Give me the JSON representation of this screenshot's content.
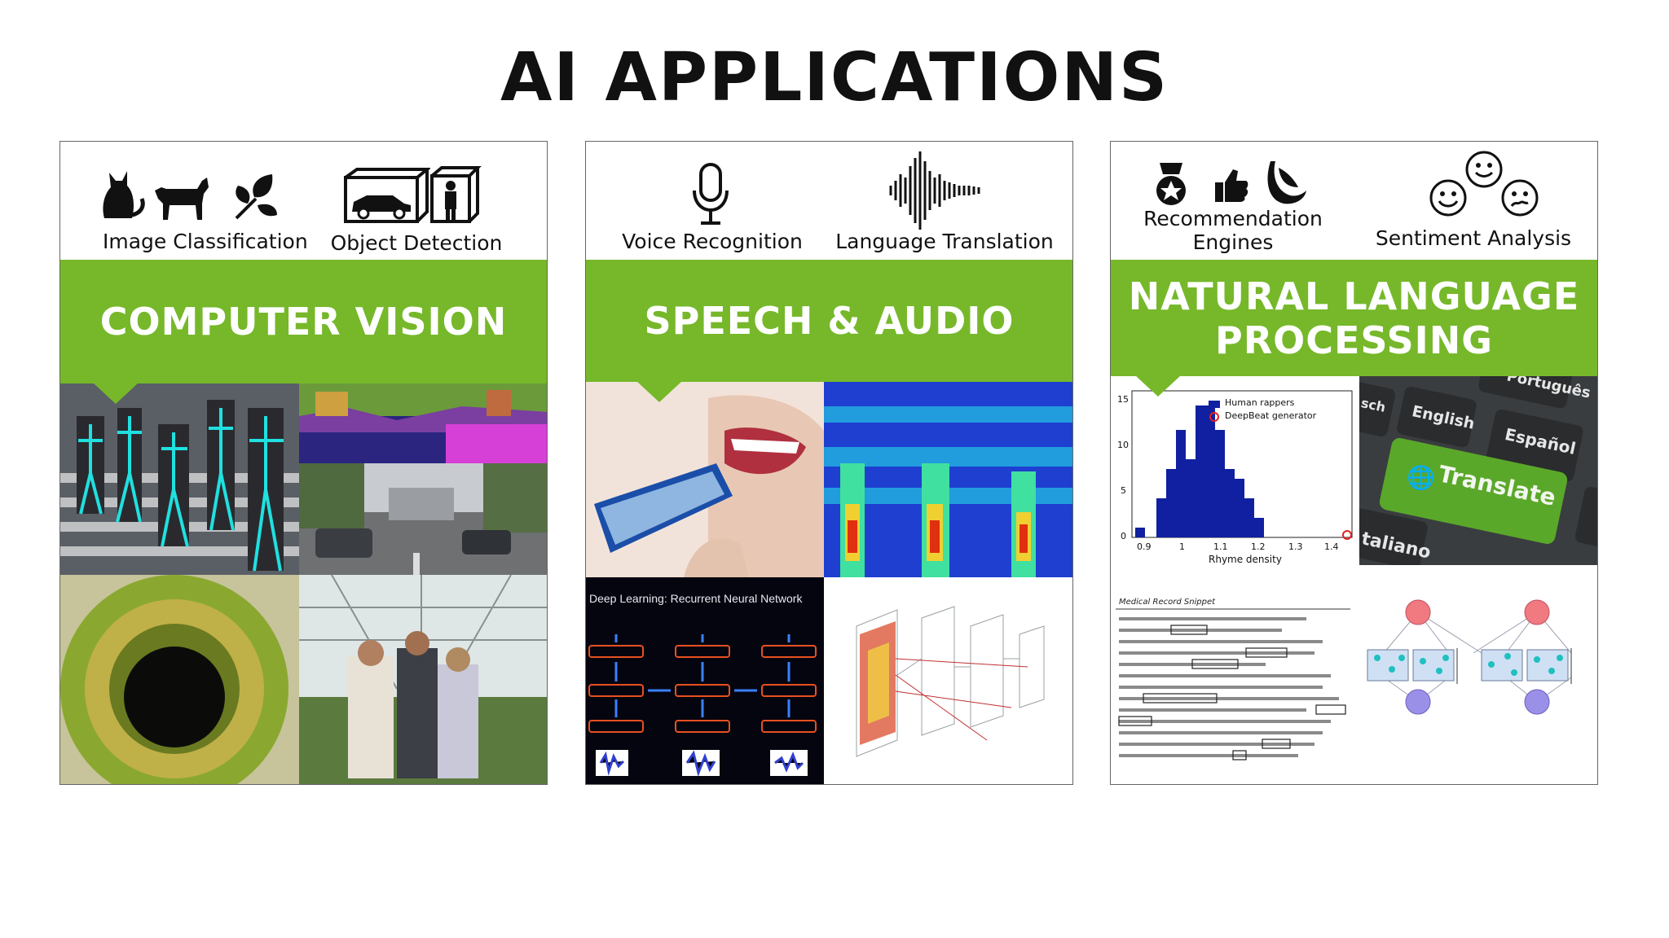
{
  "page": {
    "title": "AI APPLICATIONS",
    "accent_color": "#76b82a"
  },
  "panels": {
    "cv": {
      "banner": "COMPUTER VISION",
      "icon_groups": [
        {
          "caption": "Image Classification",
          "icons": [
            "cat-icon",
            "dog-icon",
            "leaf-icon"
          ]
        },
        {
          "caption": "Object Detection",
          "icons": [
            "car-bounding-box-icon",
            "person-bounding-box-icon"
          ]
        }
      ]
    },
    "speech": {
      "banner": "SPEECH & AUDIO",
      "icon_groups": [
        {
          "caption": "Voice Recognition",
          "icons": [
            "microphone-icon"
          ]
        },
        {
          "caption": "Language Translation",
          "icons": [
            "sound-wave-icon"
          ]
        }
      ],
      "rnn_title": "Deep Learning: Recurrent Neural Network"
    },
    "nlp": {
      "banner_line1": "NATURAL LANGUAGE",
      "banner_line2": "PROCESSING",
      "icon_groups": [
        {
          "caption_line1": "Recommendation",
          "caption_line2": "Engines",
          "icons": [
            "medal-icon",
            "thumbs-up-icon",
            "banana-icon"
          ]
        },
        {
          "caption": "Sentiment Analysis",
          "icons": [
            "happy-face-icon",
            "smile-face-icon",
            "sad-face-icon"
          ]
        }
      ],
      "histogram": {
        "legend": [
          "Human rappers",
          "DeepBeat generator"
        ],
        "xlabel": "Rhyme density",
        "xticks": [
          "0.9",
          "1",
          "1.1",
          "1.2",
          "1.3",
          "1.4"
        ],
        "yticks": [
          "0",
          "5",
          "10",
          "15"
        ]
      },
      "keyboard_keys": [
        "English",
        "Español",
        "Translate",
        "Português",
        "taliano",
        "sch"
      ],
      "medical_title": "Medical Record Snippet"
    }
  }
}
